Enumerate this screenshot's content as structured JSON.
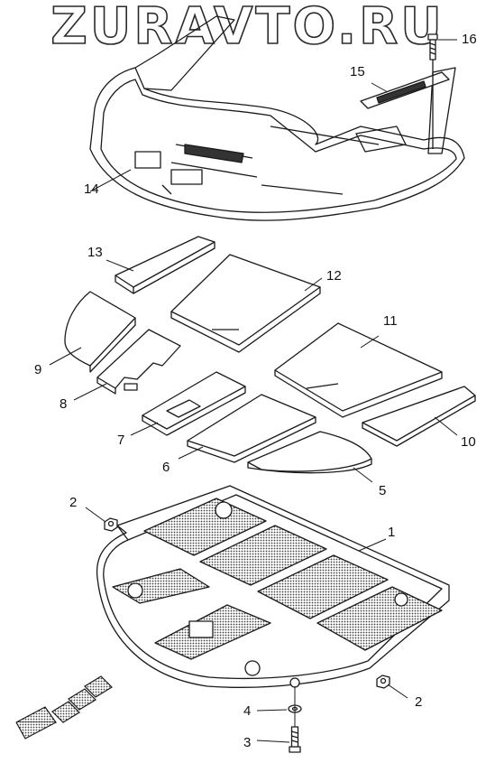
{
  "watermark": "ZURAVTO.RU",
  "callouts": {
    "c1": "1",
    "c2a": "2",
    "c2b": "2",
    "c3": "3",
    "c4": "4",
    "c5": "5",
    "c6": "6",
    "c7": "7",
    "c8": "8",
    "c9": "9",
    "c10": "10",
    "c11": "11",
    "c12": "12",
    "c13": "13",
    "c14": "14",
    "c15": "15",
    "c16": "16"
  },
  "colors": {
    "line": "#1a1a1a",
    "panel": "#ffffff",
    "hatch": "#555555"
  },
  "icons": {
    "direction": "front-direction-arrow-icon"
  }
}
